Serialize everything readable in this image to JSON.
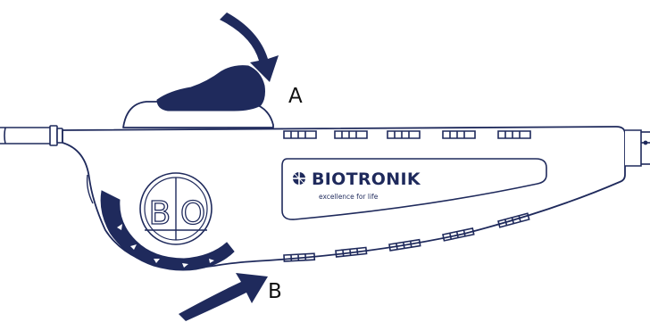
{
  "labels": {
    "top_callout": "A",
    "bottom_callout": "B"
  },
  "branding": {
    "name": "BIOTRONIK",
    "tagline": "excellence for life",
    "knob_left_letter": "B",
    "knob_right_letter": "O"
  },
  "colors": {
    "ink": "#1f2a5c",
    "arrow": "#1f2a5c",
    "text": "#111111",
    "background": "#ffffff"
  }
}
